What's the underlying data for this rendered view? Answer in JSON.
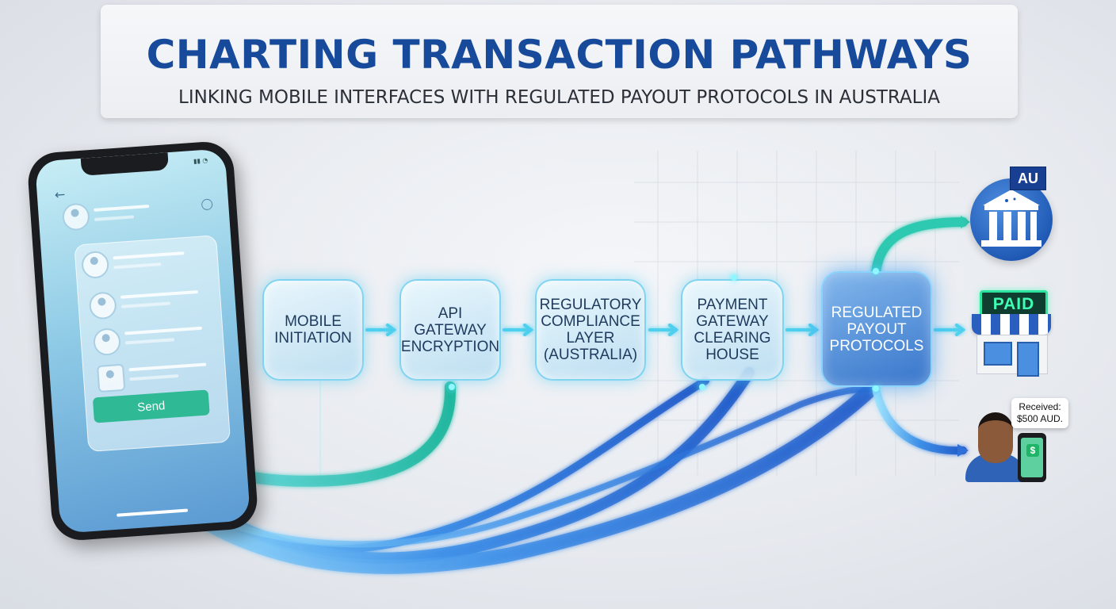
{
  "header": {
    "title": "CHARTING TRANSACTION PATHWAYS",
    "subtitle": "LINKING MOBILE INTERFACES WITH REGULATED PAYOUT PROTOCOLS IN AUSTRALIA"
  },
  "phone": {
    "send_label": "Send"
  },
  "nodes": [
    {
      "label": "MOBILE\nINITIATION"
    },
    {
      "label": "API\nGATEWAY\nENCRYPTION"
    },
    {
      "label": "REGULATORY\nCOMPLIANCE\nLAYER\n(AUSTRALIA)"
    },
    {
      "label": "PAYMENT\nGATEWAY\nCLEARING\nHOUSE"
    },
    {
      "label": "REGULATED\nPAYOUT\nPROTOCOLS"
    }
  ],
  "endpoints": {
    "bank": {
      "flag": "AU"
    },
    "merchant": {
      "sign": "PAID"
    },
    "recipient": {
      "message_line1": "Received:",
      "message_line2": "$500 AUD."
    }
  },
  "colors": {
    "title": "#174a9a",
    "teal_flow": "#2ec9b0",
    "blue_flow": "#2f7fe0",
    "arrow": "#47c6e8"
  }
}
